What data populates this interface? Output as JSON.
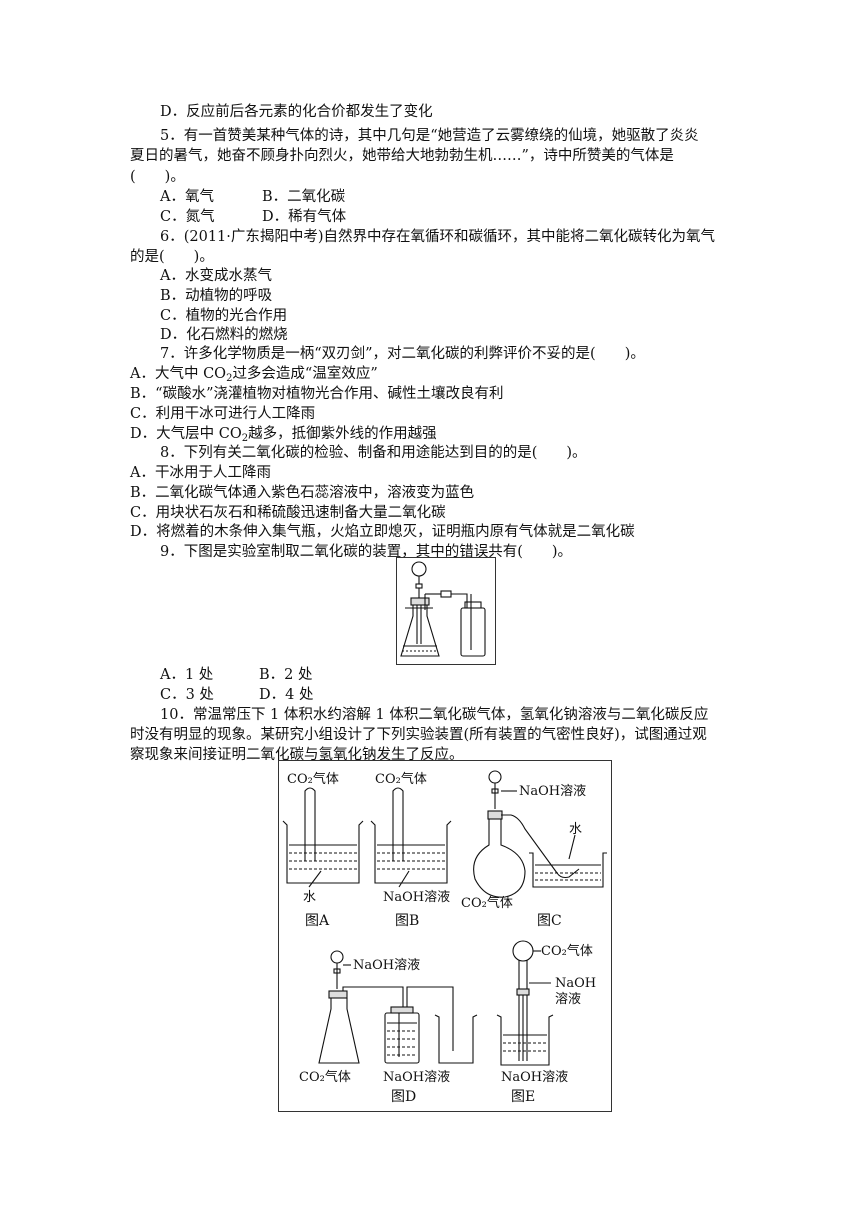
{
  "lines": {
    "l1": "D．反应前后各元素的化合价都发生了变化",
    "q5a": "5．有一首赞美某种气体的诗，其中几句是“她营造了云雾缭绕的仙境，她驱散了炎炎",
    "q5b": "夏日的暑气，她奋不顾身扑向烈火，她带给大地勃勃生机……”，诗中所赞美的气体是",
    "q5c": "(　　)。",
    "q5A": "A．氧气",
    "q5B": "B．二氧化碳",
    "q5C": "C．氮气",
    "q5D": "D．稀有气体",
    "q6a": "6．(2011·广东揭阳中考)自然界中存在氧循环和碳循环，其中能将二氧化碳转化为氧气",
    "q6b": "的是(　　)。",
    "q6A": "A．水变成水蒸气",
    "q6B": "B．动植物的呼吸",
    "q6C": "C．植物的光合作用",
    "q6D": "D．化石燃料的燃烧",
    "q7": "7．许多化学物质是一柄“双刃剑”，对二氧化碳的利弊评价不妥的是(　　)。",
    "q7A1": "A．大气中 CO",
    "q7A2": "过多会造成“温室效应”",
    "q7B": "B．“碳酸水”浇灌植物对植物光合作用、碱性土壤改良有利",
    "q7C": "C．利用干冰可进行人工降雨",
    "q7D1": "D．大气层中 CO",
    "q7D2": "越多，抵御紫外线的作用越强",
    "q8": "8．下列有关二氧化碳的检验、制备和用途能达到目的的是(　　)。",
    "q8A": "A．干冰用于人工降雨",
    "q8B": "B．二氧化碳气体通入紫色石蕊溶液中，溶液变为蓝色",
    "q8C": "C．用块状石灰石和稀硫酸迅速制备大量二氧化碳",
    "q8D": "D．将燃着的木条伸入集气瓶，火焰立即熄灭，证明瓶内原有气体就是二氧化碳",
    "q9": "9．下图是实验室制取二氧化碳的装置，其中的错误共有(　　)。",
    "q9A": "A．1 处",
    "q9B": "B．2 处",
    "q9C": "C．3 处",
    "q9D": "D．4 处",
    "q10a": "10．常温常压下 1 体积水约溶解 1 体积二氧化碳气体，氢氧化钠溶液与二氧化碳反应",
    "q10b": "时没有明显的现象。某研究小组设计了下列实验装置(所有装置的气密性良好)，试图通过观",
    "q10c": "察现象来间接证明二氧化碳与氢氧化钠发生了反应。"
  },
  "sub2": "2",
  "figure": {
    "co2_gas": "CO₂气体",
    "water": "水",
    "naoh_solution": "NaOH溶液",
    "naoh": "NaOH",
    "solution": "溶液",
    "figA": "图A",
    "figB": "图B",
    "figC": "图C",
    "figD": "图D",
    "figE": "图E"
  }
}
